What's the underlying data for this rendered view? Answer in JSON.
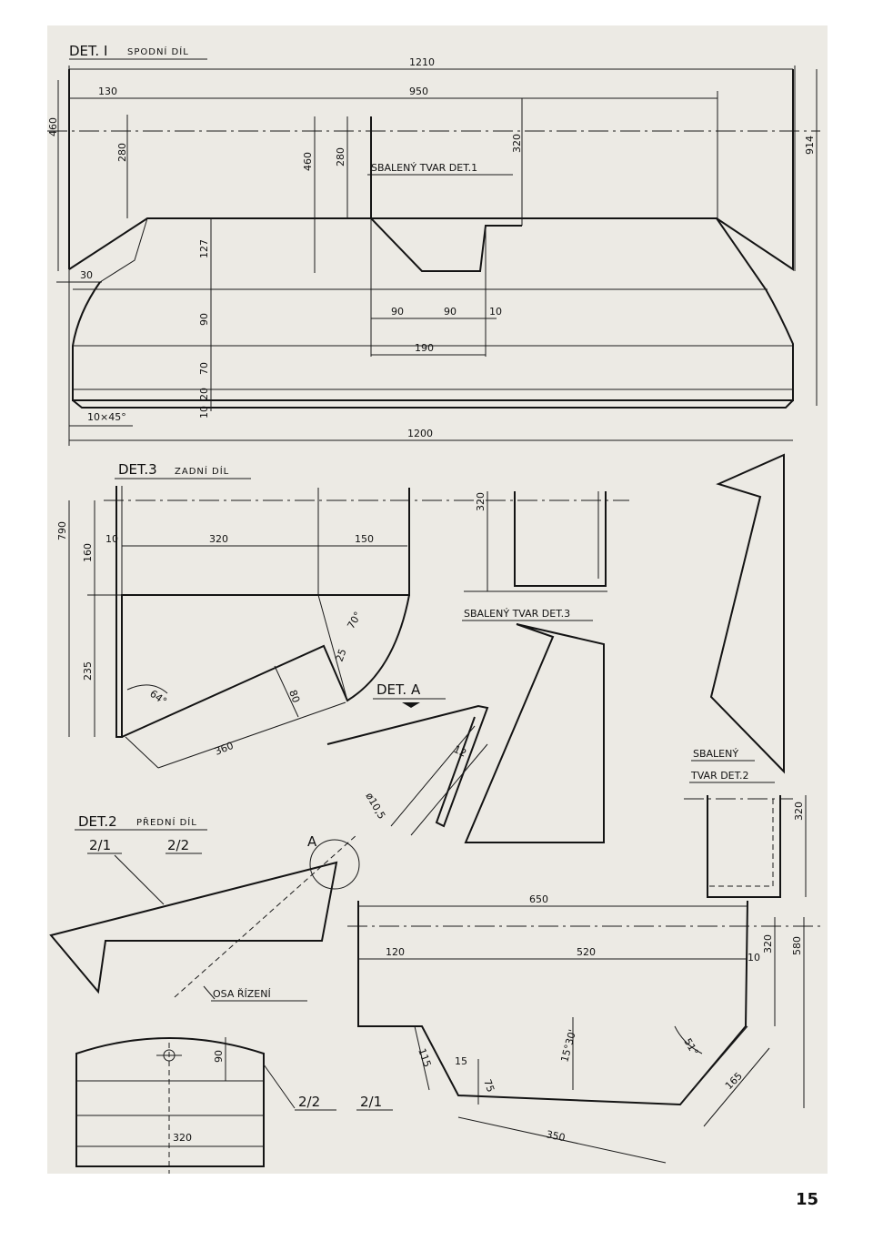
{
  "page_number": "15",
  "det1": {
    "title": "DET. I",
    "subtitle": "SPODNÍ DÍL",
    "folded_label": "SBALENÝ TVAR DET.1",
    "chamfer": "10×45°",
    "dims": [
      "1210",
      "950",
      "130",
      "460",
      "280",
      "460",
      "280",
      "320",
      "914",
      "30",
      "127",
      "90",
      "70",
      "20",
      "10",
      "90",
      "90",
      "10",
      "190",
      "1200"
    ]
  },
  "det3": {
    "title": "DET.3",
    "subtitle": "ZADNÍ DÍL",
    "folded_label": "SBALENÝ TVAR DET.3",
    "dims": [
      "790",
      "160",
      "235",
      "10",
      "320",
      "150",
      "320",
      "70°",
      "25",
      "80",
      "64°",
      "360"
    ]
  },
  "det_a": {
    "title": "DET. A",
    "dims": [
      "12",
      "ø10,5"
    ]
  },
  "det2": {
    "title": "DET.2",
    "subtitle": "PŘEDNÍ DÍL",
    "part_a": "2/1",
    "part_b": "2/2",
    "detail_marker": "A",
    "axis_label": "OSA ŘÍZENÍ",
    "folded_label_line1": "SBALENÝ",
    "folded_label_line2": "TVAR DET.2",
    "dims": [
      "320",
      "650",
      "120",
      "520",
      "10",
      "320",
      "580",
      "115",
      "15",
      "75",
      "15°30'",
      "51°",
      "165",
      "350",
      "90",
      "320"
    ]
  }
}
